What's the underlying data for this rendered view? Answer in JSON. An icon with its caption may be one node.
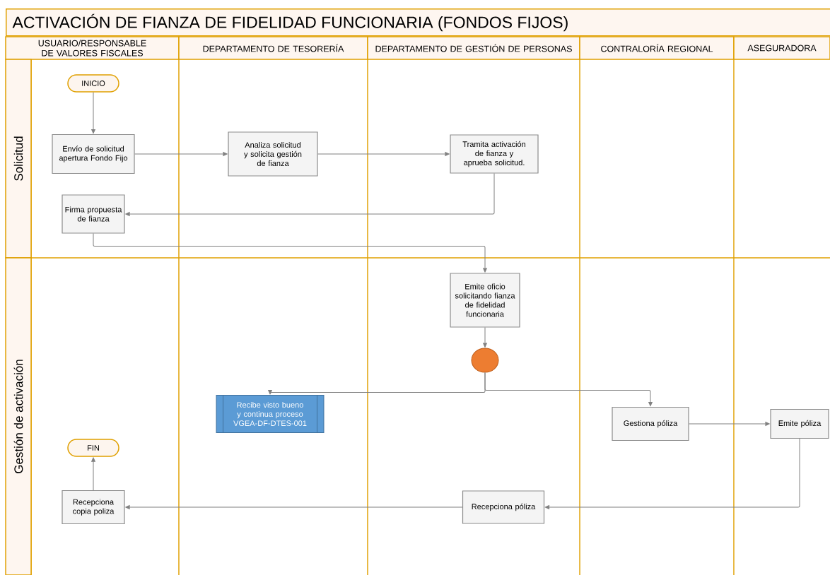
{
  "diagram": {
    "title": "ACTIVACIÓN DE FIANZA DE FIDELIDAD FUNCIONARIA (FONDOS FIJOS)",
    "nodes": [
      {
        "text": [
          "USUARIO/RESPONSABLE DE VALORES FISCALES"
        ]
      },
      {
        "text": [
          "DEPARTAMENTO DE TESORERÍA"
        ]
      },
      {
        "text": [
          "DEPARTAMENTO DE GESTIÓN DE PERSONAS"
        ]
      },
      {
        "text": [
          "CONTRALORÍA REGIONAL"
        ]
      },
      {
        "text": [
          "ASEGURADORA"
        ]
      },
      {
        "text": [
          "Solicitud"
        ]
      },
      {
        "text": [
          "Gestión de activación"
        ]
      },
      {
        "text": [
          "INICIO"
        ]
      },
      {
        "text": [
          "Envío de solicitud apertura Fondo Fijo"
        ]
      },
      {
        "text": [
          "Analiza solicitud y solicita gestión de fianza"
        ]
      },
      {
        "text": [
          "Tramita activación de fianza y aprueba solicitud."
        ]
      },
      {
        "text": [
          "Firma propuesta de fianza"
        ]
      },
      {
        "text": [
          "Emite oficio solicitando fianza de fidelidad funcionaria"
        ]
      },
      {
        "text": [],
        "shape": "circle"
      },
      {
        "text": [
          "Recibe visto bueno y continua proceso VGEA-DF-DTES-001"
        ]
      },
      {
        "text": [
          "Gestiona póliza"
        ]
      },
      {
        "text": [
          "Emite póliza"
        ]
      },
      {
        "text": [
          "FIN"
        ]
      },
      {
        "text": [
          "Recepciona copia poliza"
        ]
      },
      {
        "text": [
          "Recepciona póliza"
        ]
      }
    ],
    "edges": [
      {
        "from": 7,
        "to": 8,
        "arrow": "to"
      },
      {
        "from": 8,
        "to": 9,
        "arrow": "to"
      },
      {
        "from": 9,
        "to": 10,
        "arrow": "to"
      },
      {
        "from": 10,
        "to": 11,
        "arrow": "to"
      },
      {
        "from": 11,
        "to": 12,
        "arrow": "to"
      },
      {
        "from": 12,
        "to": 13,
        "arrow": "to"
      },
      {
        "from": 13,
        "to": 14,
        "arrow": "to"
      },
      {
        "from": 13,
        "to": 15,
        "arrow": "to"
      },
      {
        "from": 15,
        "to": 16,
        "arrow": "to"
      },
      {
        "from": 16,
        "to": 19,
        "arrow": "to"
      },
      {
        "from": 19,
        "to": 18,
        "arrow": "to"
      },
      {
        "from": 18,
        "to": 17,
        "arrow": "to"
      }
    ]
  }
}
